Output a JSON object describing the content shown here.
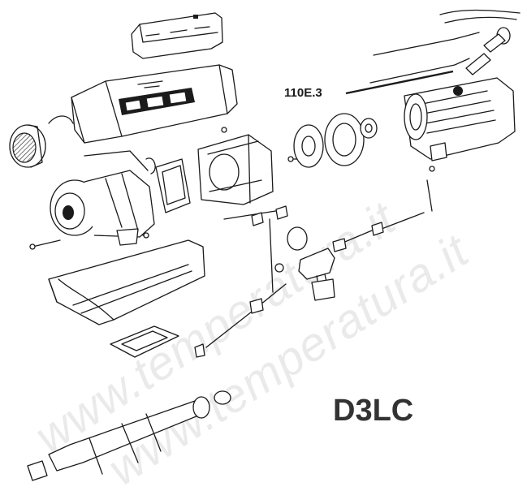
{
  "diagram": {
    "part_callout": "110E.3",
    "model_label": "D3LC",
    "watermark_lines": [
      "www.temperatura.it",
      "www.temperatura.it"
    ]
  }
}
